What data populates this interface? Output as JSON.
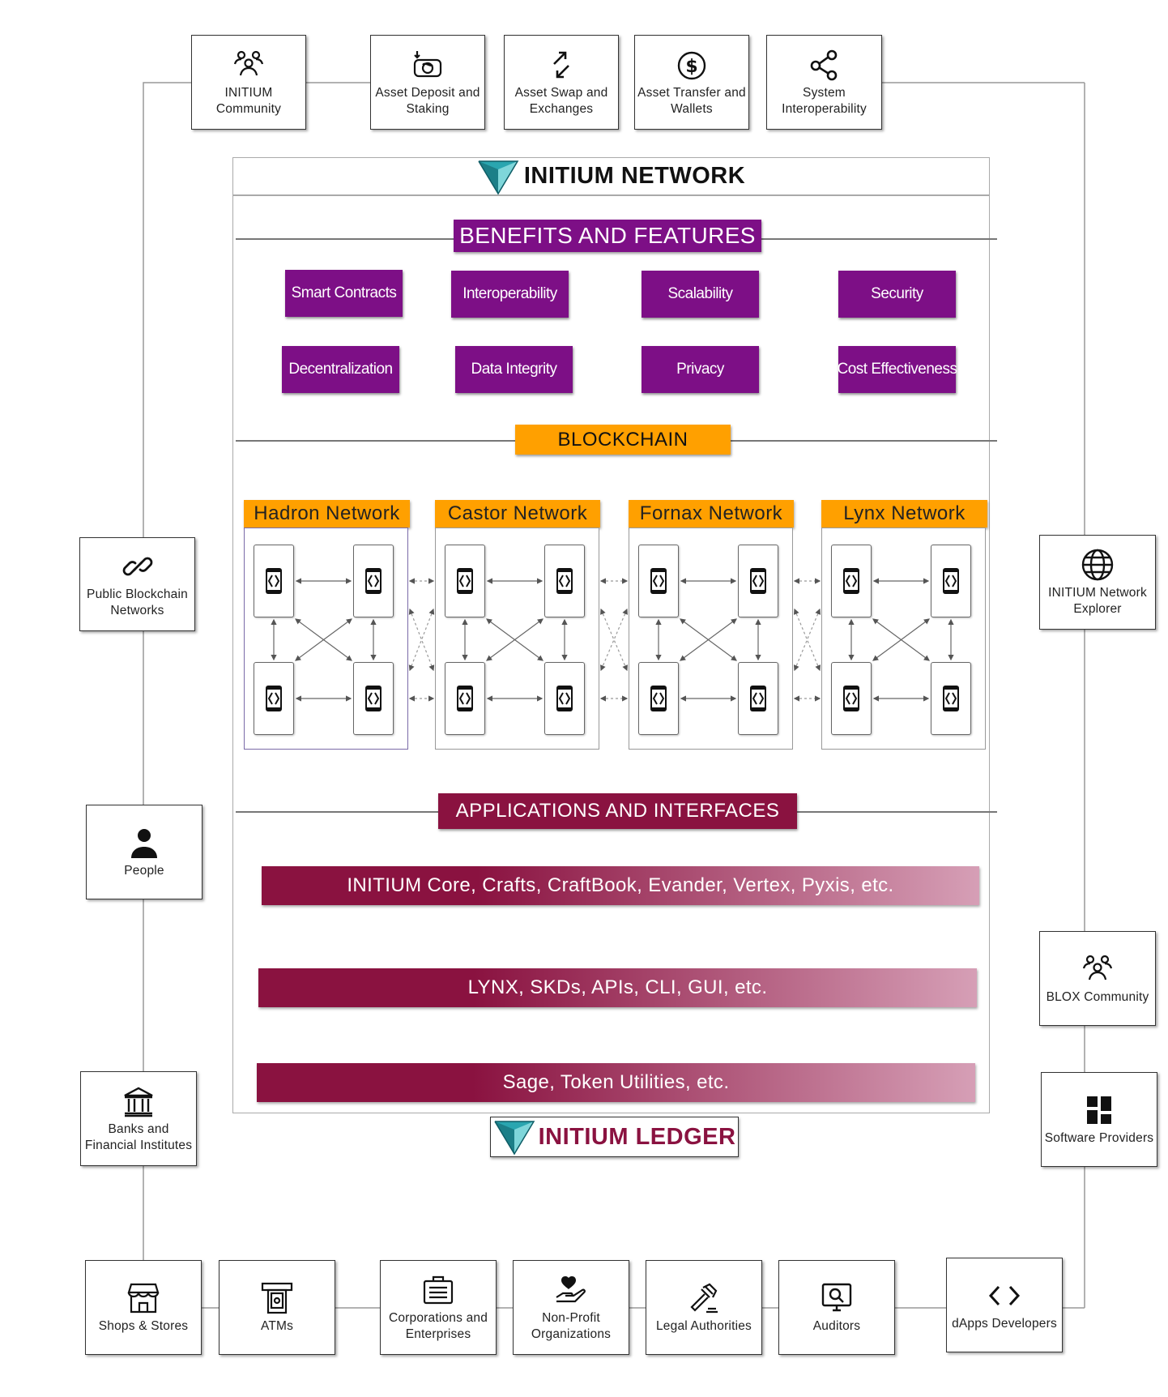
{
  "top_actors": [
    {
      "label": "INITIUM\nCommunity",
      "icon": "community-icon"
    },
    {
      "label": "Asset Deposit and\nStaking",
      "icon": "deposit-icon"
    },
    {
      "label": "Asset Swap and\nExchanges",
      "icon": "swap-icon"
    },
    {
      "label": "Asset Transfer and\nWallets",
      "icon": "dollar-coin-icon"
    },
    {
      "label": "System\nInteroperability",
      "icon": "share-icon"
    }
  ],
  "left_actors": [
    {
      "label": "Public Blockchain\nNetworks",
      "icon": "link-icon"
    },
    {
      "label": "People",
      "icon": "person-icon"
    },
    {
      "label": "Banks and\nFinancial Institutes",
      "icon": "bank-icon"
    }
  ],
  "right_actors": [
    {
      "label": "INITIUM Network\nExplorer",
      "icon": "globe-icon"
    },
    {
      "label": "BLOX Community",
      "icon": "community-icon"
    },
    {
      "label": "Software Providers",
      "icon": "grid-icon"
    }
  ],
  "bottom_actors": [
    {
      "label": "Shops & Stores",
      "icon": "store-icon"
    },
    {
      "label": "ATMs",
      "icon": "atm-icon"
    },
    {
      "label": "Corporations and\nEnterprises",
      "icon": "briefcase-icon"
    },
    {
      "label": "Non-Profit\nOrganizations",
      "icon": "heart-hand-icon"
    },
    {
      "label": "Legal Authorities",
      "icon": "gavel-icon"
    },
    {
      "label": "Auditors",
      "icon": "monitor-search-icon"
    },
    {
      "label": "dApps Developers",
      "icon": "code-icon"
    }
  ],
  "network": {
    "title": "INITIUM NETWORK"
  },
  "benefits": {
    "title": "BENEFITS AND FEATURES",
    "items": [
      "Smart Contracts",
      "Interoperability",
      "Scalability",
      "Security",
      "Decentralization",
      "Data Integrity",
      "Privacy",
      "Cost Effectiveness"
    ]
  },
  "blockchain": {
    "title": "BLOCKCHAIN",
    "networks": [
      "Hadron Network",
      "Castor Network",
      "Fornax Network",
      "Lynx Network"
    ]
  },
  "applications": {
    "title": "APPLICATIONS AND INTERFACES",
    "bars": [
      "INITIUM Core, Crafts, CraftBook, Evander, Vertex, Pyxis, etc.",
      "LYNX, SKDs, APIs, CLI, GUI, etc.",
      "Sage, Token Utilities, etc."
    ]
  },
  "ledger": {
    "title": "INITIUM LEDGER"
  },
  "colors": {
    "purple": "#7d0f86",
    "orange": "#ffa000",
    "maroon": "#8a1240",
    "teal": "#2aa6b0"
  }
}
